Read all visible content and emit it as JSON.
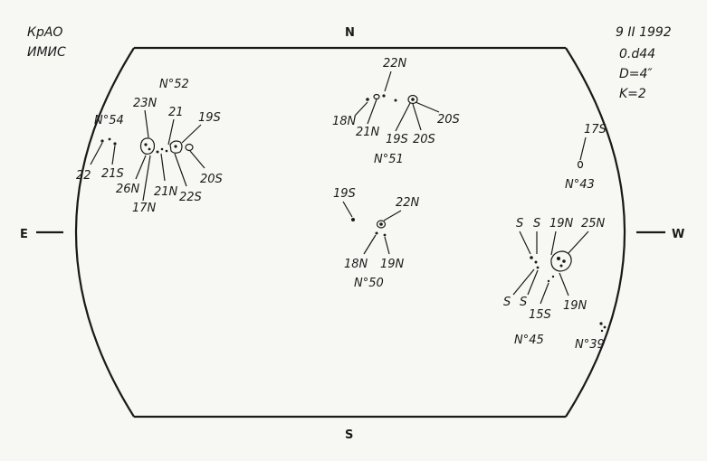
{
  "header": {
    "observatory_line1": "КрАО",
    "observatory_line2": "ИМИС",
    "date": "9 II 1992",
    "time": "0.d44",
    "diameter": "D=4″",
    "quality": "K=2"
  },
  "cardinals": {
    "north": "N",
    "south": "S",
    "east": "E",
    "west": "W"
  },
  "groups": {
    "g54": {
      "title": "N°54",
      "labels": [
        "22",
        "21S"
      ]
    },
    "g52": {
      "title": "N°52",
      "labels": [
        "23N",
        "21",
        "19S",
        "26N",
        "17N",
        "21N",
        "22S",
        "20S"
      ]
    },
    "g51": {
      "title": "N°51",
      "labels": [
        "22N",
        "18N",
        "21N",
        "19S",
        "20S",
        "20S"
      ]
    },
    "g43": {
      "title": "N°43",
      "labels": [
        "17S"
      ]
    },
    "g50": {
      "title": "N°50",
      "labels": [
        "19S",
        "22N",
        "18N",
        "19N"
      ]
    },
    "g45": {
      "title": "N°45",
      "labels": [
        "S",
        "S",
        "19N",
        "25N",
        "S",
        "S",
        "15S",
        "19N"
      ]
    },
    "g39": {
      "title": "N°39",
      "labels": []
    }
  }
}
